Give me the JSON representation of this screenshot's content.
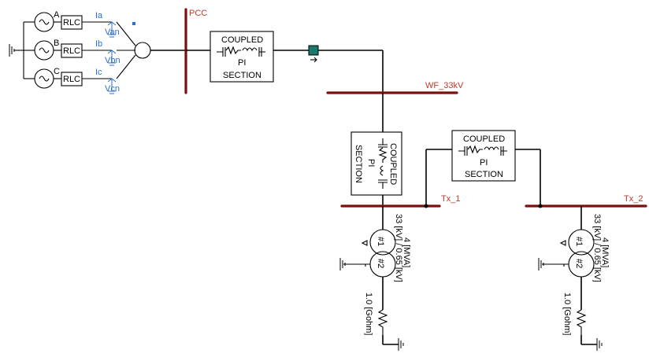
{
  "sources": {
    "phases": [
      "A",
      "B",
      "C"
    ],
    "rlc_label": "RLC",
    "currents": [
      "Ia",
      "Ib",
      "Ic"
    ],
    "voltages": [
      "Van",
      "Vbn",
      "Vcn"
    ]
  },
  "buses": {
    "pcc": "PCC",
    "wf": "WF_33kV",
    "tx1": "Tx_1",
    "tx2": "Tx_2"
  },
  "pi_section": {
    "line1": "COUPLED",
    "line2": "PI",
    "line3": "SECTION"
  },
  "transformer": {
    "winding1": "#1",
    "winding2": "#2",
    "rating_mva": "4 [MVA]",
    "voltage": "33 [kV] / 0.65 [kV]"
  },
  "resistor": {
    "value": "1.0 [Gohm]"
  },
  "colors": {
    "bus": "#7a1010",
    "bus_label": "#c0392b",
    "meter": "#2c6fd1",
    "breaker": "#1a7a6a"
  }
}
